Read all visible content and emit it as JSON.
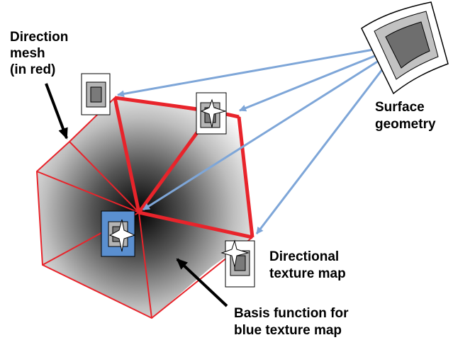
{
  "labels": {
    "direction_mesh_line1": "Direction",
    "direction_mesh_line2": "mesh",
    "direction_mesh_line3": "(in red)",
    "surface_line1": "Surface",
    "surface_line2": "geometry",
    "directional_line1": "Directional",
    "directional_line2": "texture map",
    "basis_line1": "Basis function for",
    "basis_line2": "blue texture map"
  },
  "colors": {
    "mesh_red": "#e8242b",
    "arrow_blue": "#7ea6d8",
    "highlight_blue": "#5a8fd0",
    "card_gray": "#b4b4b4",
    "card_dark": "#7a7a7a"
  }
}
